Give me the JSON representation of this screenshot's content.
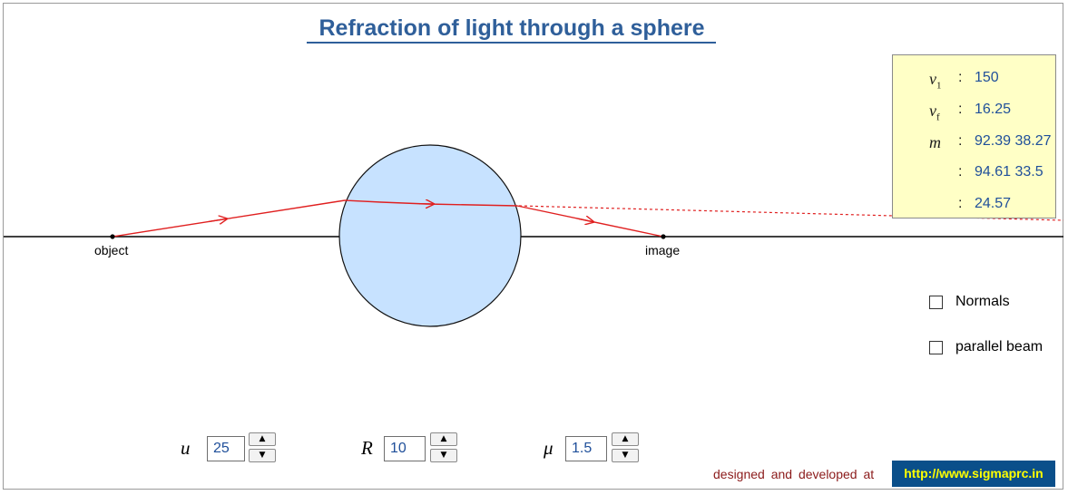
{
  "title": "Refraction of light through a sphere",
  "labels": {
    "object": "object",
    "image": "image"
  },
  "info_panel": {
    "rows": [
      {
        "symbol": "v",
        "subscript": "1",
        "colon": ":",
        "value": "150"
      },
      {
        "symbol": "v",
        "subscript": "f",
        "colon": ":",
        "value": "16.25"
      },
      {
        "symbol": "m",
        "subscript": "",
        "colon": ":",
        "value": "92.39 38.27"
      },
      {
        "symbol": "",
        "subscript": "",
        "colon": ":",
        "value": "94.61 33.5"
      },
      {
        "symbol": "",
        "subscript": "",
        "colon": ":",
        "value": "24.57"
      }
    ]
  },
  "options": {
    "normals": {
      "label": "Normals",
      "checked": false
    },
    "parallel_beam": {
      "label": "parallel beam",
      "checked": false
    }
  },
  "controls": {
    "u": {
      "symbol": "u",
      "value": "25"
    },
    "R": {
      "symbol": "R",
      "value": "10"
    },
    "mu": {
      "symbol": "μ",
      "value": "1.5"
    },
    "up_glyph": "▲",
    "down_glyph": "▼"
  },
  "footer": {
    "credit": "designed and developed at",
    "link": "http://www.sigmaprc.in"
  },
  "colors": {
    "title": "#2f5f9a",
    "sphere_fill": "#c7e2ff",
    "ray": "#e02020",
    "panel_bg": "#ffffc6",
    "value_text": "#1f4f9a",
    "link_bg": "#0a4f8a",
    "link_text": "#ffff00",
    "credit_text": "#8b1a1a"
  }
}
